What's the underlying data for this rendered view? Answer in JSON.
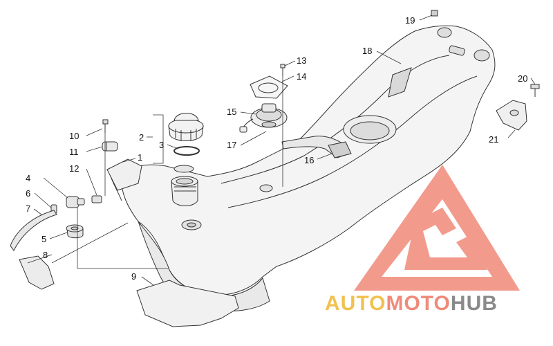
{
  "callouts": {
    "c1": "1",
    "c2": "2",
    "c3": "3",
    "c4": "4",
    "c5": "5",
    "c6": "6",
    "c7": "7",
    "c8": "8",
    "c9": "9",
    "c10": "10",
    "c11": "11",
    "c12": "12",
    "c13": "13",
    "c14": "14",
    "c15": "15",
    "c16": "16",
    "c17": "17",
    "c18": "18",
    "c19": "19",
    "c20": "20",
    "c21": "21"
  },
  "watermark": {
    "part1": "AUTO",
    "part2": "MOTO",
    "part3": "HUB",
    "color_auto": "#f2c14e",
    "color_moto": "#f08a7a",
    "color_hub": "#8a8a8a",
    "logo_color": "#f08a7a"
  }
}
